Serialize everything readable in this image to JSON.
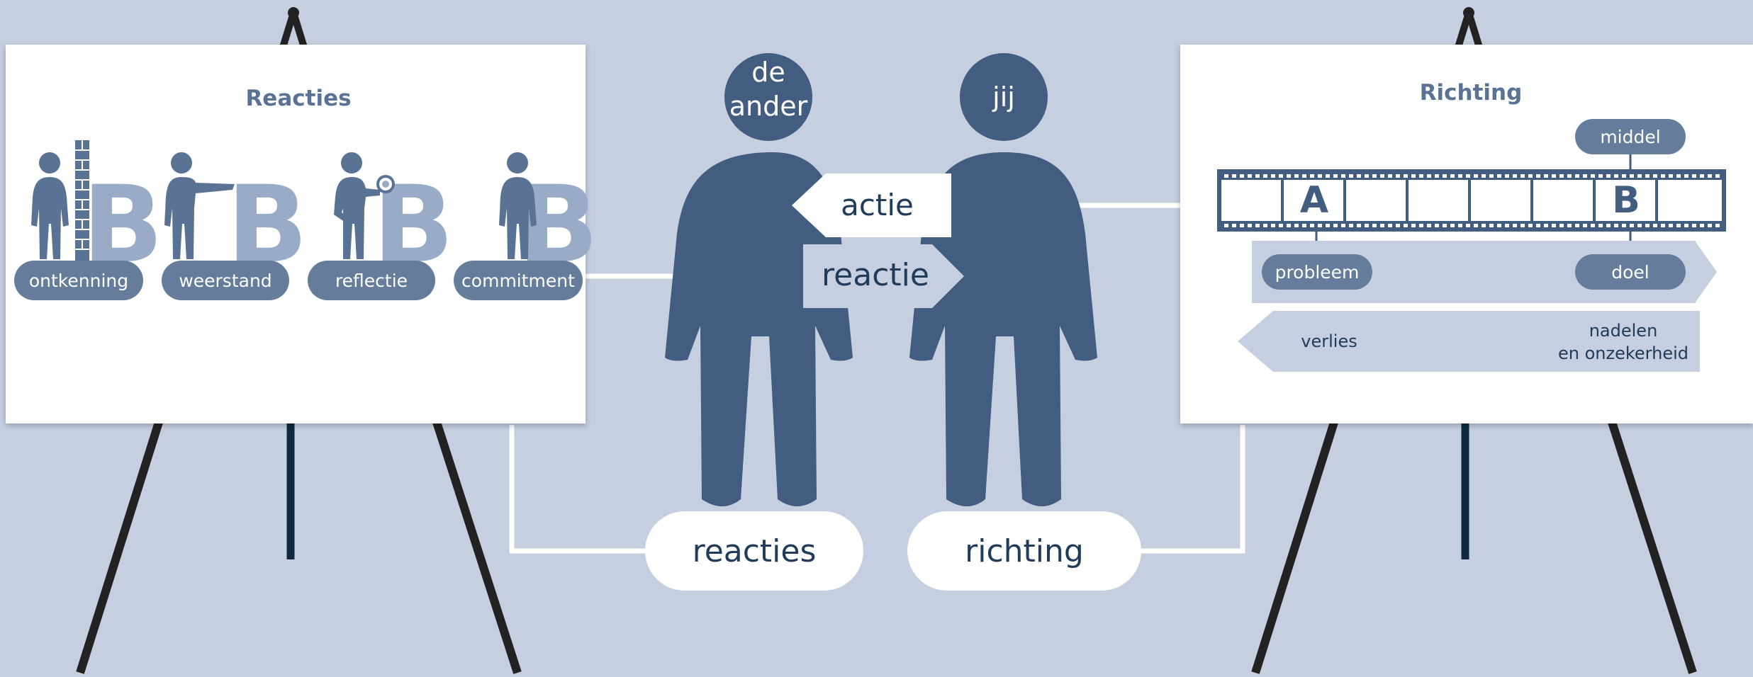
{
  "left_card": {
    "title": "Reacties",
    "stage_letter": "B",
    "stages": [
      {
        "label": "ontkenning"
      },
      {
        "label": "weerstand"
      },
      {
        "label": "reflectie"
      },
      {
        "label": "commitment"
      }
    ]
  },
  "right_card": {
    "title": "Richting",
    "frame_a": "A",
    "frame_b": "B",
    "middel": "middel",
    "probleem": "probleem",
    "doel": "doel",
    "verlies": "verlies",
    "nadelen_line1": "nadelen",
    "nadelen_line2": "en onzekerheid"
  },
  "people": {
    "left_head_line1": "de",
    "left_head_line2": "ander",
    "right_head": "jij",
    "actie": "actie",
    "reactie": "reactie"
  },
  "bottom": {
    "reacties": "reacties",
    "richting": "richting"
  },
  "colors": {
    "background": "#c5cfdf",
    "figure": "#425d80",
    "pill": "#657d9b",
    "light_arrow": "#c5cfdf",
    "letter_b": "#9aabc7"
  }
}
